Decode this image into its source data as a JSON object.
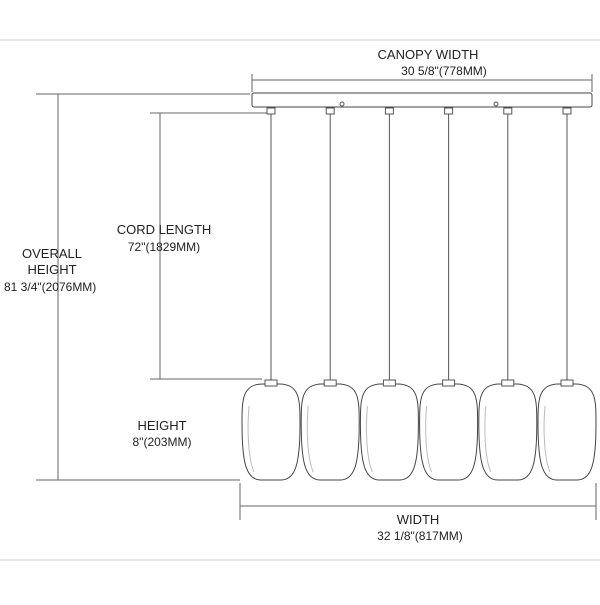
{
  "labels": {
    "canopy_width": {
      "title": "CANOPY WIDTH",
      "value": "30 5/8\"(778MM)"
    },
    "cord_length": {
      "title": "CORD LENGTH",
      "value": "72\"(1829MM)"
    },
    "overall_height": {
      "title_line1": "OVERALL",
      "title_line2": "HEIGHT",
      "value": "81 3/4\"(2076MM)"
    },
    "height": {
      "title": "HEIGHT",
      "value": "8\"(203MM)"
    },
    "width": {
      "title": "WIDTH",
      "value": "32 1/8\"(817MM)"
    }
  },
  "pendant_count": 6,
  "colors": {
    "line": "#444444",
    "text": "#222222"
  }
}
